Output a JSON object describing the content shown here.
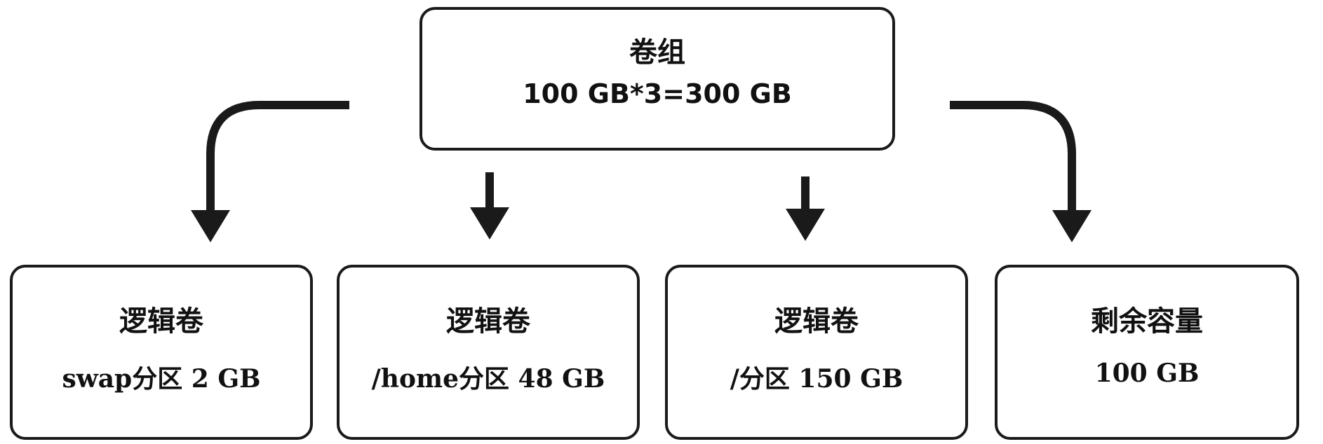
{
  "volume_group": {
    "title": "卷组",
    "capacity": "100 GB*3=300 GB"
  },
  "children": [
    {
      "title": "逻辑卷",
      "detail": "swap分区 2 GB"
    },
    {
      "title": "逻辑卷",
      "detail": "/home分区 48 GB"
    },
    {
      "title": "逻辑卷",
      "detail": "/分区 150 GB"
    },
    {
      "title": "剩余容量",
      "detail": "100 GB"
    }
  ],
  "colors": {
    "stroke": "#1a1a1a",
    "background": "#ffffff"
  }
}
